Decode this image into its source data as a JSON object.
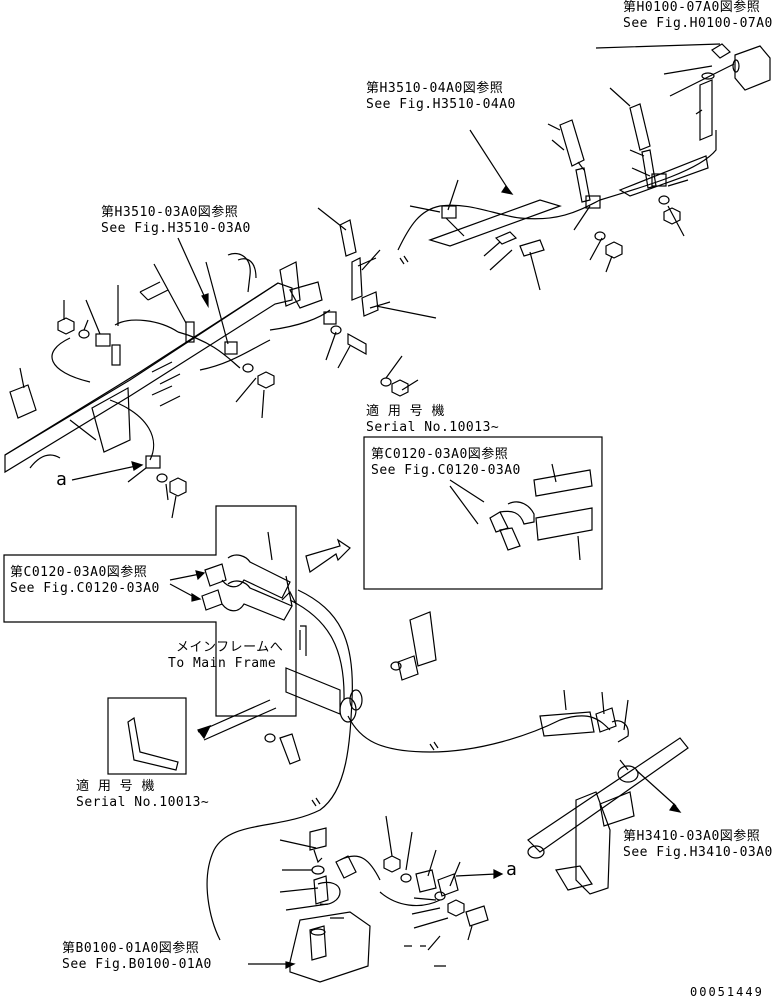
{
  "references": {
    "h0100_jp": "第H0100-07A0図参照",
    "h0100_en": "See Fig.H0100-07A0",
    "h3510_04_jp": "第H3510-04A0図参照",
    "h3510_04_en": "See Fig.H3510-04A0",
    "h3510_03_jp": "第H3510-03A0図参照",
    "h3510_03_en": "See Fig.H3510-03A0",
    "c0120_inset_jp": "第C0120-03A0図参照",
    "c0120_inset_en": "See Fig.C0120-03A0",
    "c0120_left_jp": "第C0120-03A0図参照",
    "c0120_left_en": "See Fig.C0120-03A0",
    "h3410_jp": "第H3410-03A0図参照",
    "h3410_en": "See Fig.H3410-03A0",
    "b0100_jp": "第B0100-01A0図参照",
    "b0100_en": "See Fig.B0100-01A0"
  },
  "serial_notes": {
    "upper_jp": "適 用 号 機",
    "upper_en": "Serial No.10013~",
    "lower_jp": "適 用 号 機",
    "lower_en": "Serial No.10013~"
  },
  "main_frame": {
    "jp": "メインフレームへ",
    "en": "To Main Frame"
  },
  "callouts": {
    "a_left": "a",
    "a_right": "a"
  },
  "drawing_number": "00051449"
}
